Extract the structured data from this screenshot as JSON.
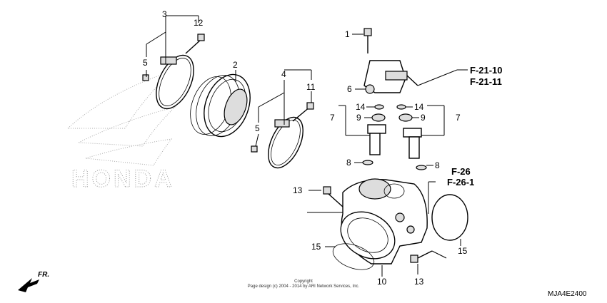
{
  "watermark": {
    "brand": "HONDA"
  },
  "part_numbers": {
    "p1": "1",
    "p2": "2",
    "p3": "3",
    "p4": "4",
    "p5a": "5",
    "p5b": "5",
    "p6": "6",
    "p7a": "7",
    "p7b": "7",
    "p8a": "8",
    "p8b": "8",
    "p9a": "9",
    "p9b": "9",
    "p10": "10",
    "p11": "11",
    "p12": "12",
    "p13a": "13",
    "p13b": "13",
    "p14a": "14",
    "p14b": "14",
    "p15a": "15",
    "p15b": "15"
  },
  "references": {
    "f21_10": "F-21-10",
    "f21_11": "F-21-11",
    "f26": "F-26",
    "f26_1": "F-26-1"
  },
  "direction_label": "FR.",
  "copyright": {
    "line1": "Copyright",
    "line2": "Page design (c) 2004 - 2014 by ARI Network Services, Inc."
  },
  "diagram_code": "MJA4E2400"
}
